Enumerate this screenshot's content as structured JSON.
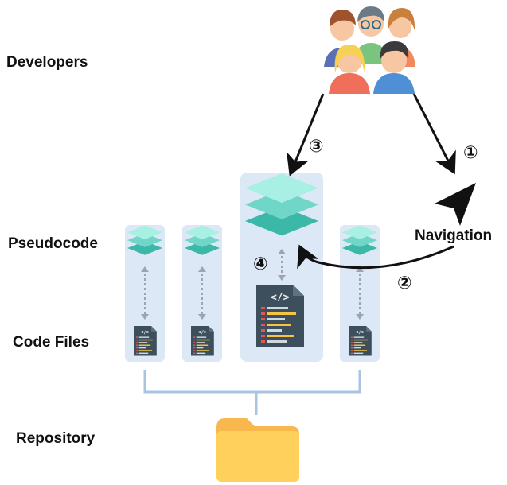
{
  "labels": {
    "developers": "Developers",
    "pseudocode": "Pseudocode",
    "code_files": "Code Files",
    "repository": "Repository",
    "navigation": "Navigation"
  },
  "steps": [
    "①",
    "②",
    "③",
    "④"
  ],
  "code_glyph": "</>",
  "colors": {
    "panel": "#dce8f5",
    "layer_top": "#a8efe4",
    "layer_mid": "#6fd6c8",
    "layer_bottom": "#3cb8a8",
    "doc_body": "#3d4f5c",
    "folder": "#ffd15c",
    "folder_back": "#f8b84e",
    "connector": "#a9c4e0"
  },
  "icons": [
    "developers-group-icon",
    "navigation-cursor-icon",
    "folder-icon",
    "code-file-icon",
    "pseudocode-layers-icon"
  ]
}
